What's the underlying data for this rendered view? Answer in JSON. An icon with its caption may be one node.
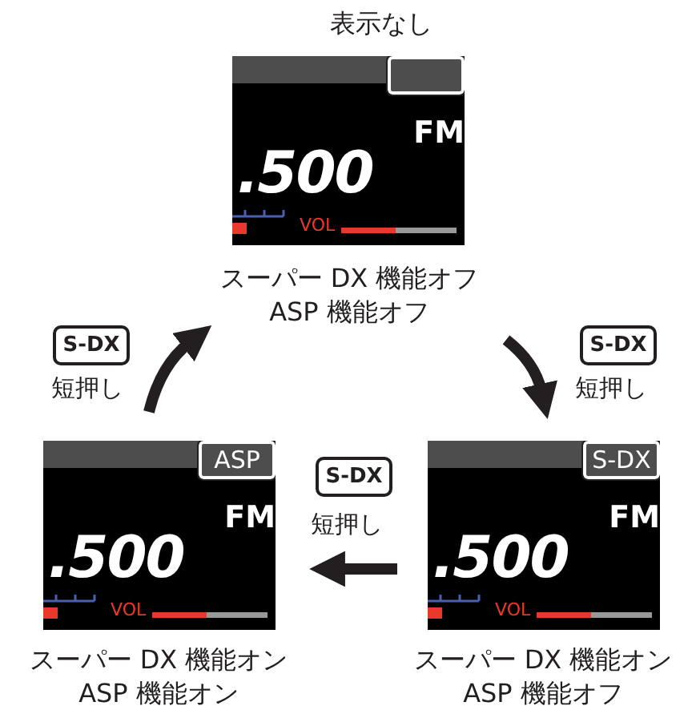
{
  "diagram": {
    "nodes": [
      {
        "text": [
          "FM",
          ".500",
          "VOL"
        ],
        "beside": [
          "表示なし",
          "スーパー DX 機能オフ ASP 機能オフ"
        ]
      },
      {
        "text": [
          "ASP",
          "FM",
          ".500",
          "VOL"
        ],
        "beside": [
          "スーパー DX 機能オン ASP 機能オン"
        ]
      },
      {
        "text": [
          "S-DX",
          "FM",
          ".500",
          "VOL"
        ],
        "beside": [
          "スーパー DX 機能オン ASP 機能オフ"
        ]
      }
    ],
    "edges": [
      {
        "from": 0,
        "to": 2,
        "arrow": "to",
        "label": "短押し"
      },
      {
        "from": 2,
        "to": 1,
        "arrow": "to",
        "label": "短押し"
      },
      {
        "from": 1,
        "to": 0,
        "arrow": "to",
        "label": "短押し"
      }
    ],
    "labels": [
      "S-DX",
      "S-DX",
      "S-DX"
    ]
  }
}
